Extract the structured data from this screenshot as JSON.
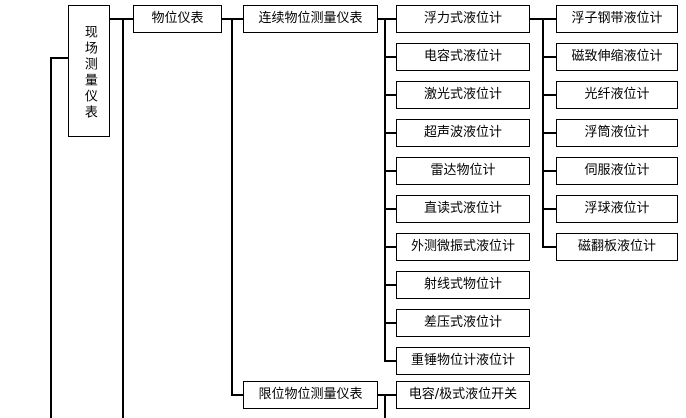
{
  "diagram": {
    "title_root": "现场测量仪表",
    "level2": [
      {
        "label": "物位仪表"
      }
    ],
    "level3": [
      {
        "label": "连续物位测量仪表"
      },
      {
        "label": "限位物位测量仪表"
      }
    ],
    "level4_continuous": [
      {
        "label": "浮力式液位计"
      },
      {
        "label": "电容式液位计"
      },
      {
        "label": "激光式液位计"
      },
      {
        "label": "超声波液位计"
      },
      {
        "label": "雷达物位计"
      },
      {
        "label": "直读式液位计"
      },
      {
        "label": "外测微振式液位计"
      },
      {
        "label": "射线式物位计"
      },
      {
        "label": "差压式液位计"
      },
      {
        "label": "重锤物位计液位计"
      }
    ],
    "level4_limit": [
      {
        "label": "电容/极式液位开关"
      }
    ],
    "level5_buoyancy": [
      {
        "label": "浮子钢带液位计"
      },
      {
        "label": "磁致伸缩液位计"
      },
      {
        "label": "光纤液位计"
      },
      {
        "label": "浮筒液位计"
      },
      {
        "label": "伺服液位计"
      },
      {
        "label": "浮球液位计"
      },
      {
        "label": "磁翻板液位计"
      }
    ],
    "colors": {
      "box_border": "#000000",
      "box_fill": "#ffffff",
      "line": "#000000",
      "text": "#000000",
      "background": "#ffffff"
    }
  }
}
